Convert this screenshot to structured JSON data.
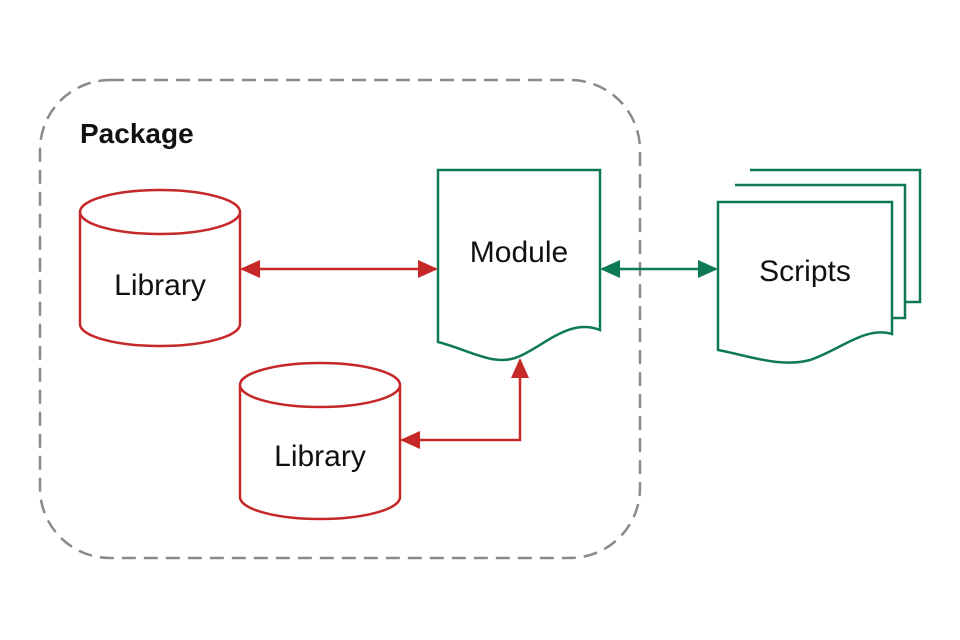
{
  "package": {
    "title": "Package"
  },
  "library_top": {
    "label": "Library"
  },
  "library_bottom": {
    "label": "Library"
  },
  "module": {
    "label": "Module"
  },
  "scripts": {
    "label": "Scripts"
  },
  "colors": {
    "red": "#c62828",
    "green": "#0e7a55",
    "dash": "#8a8a8a"
  }
}
